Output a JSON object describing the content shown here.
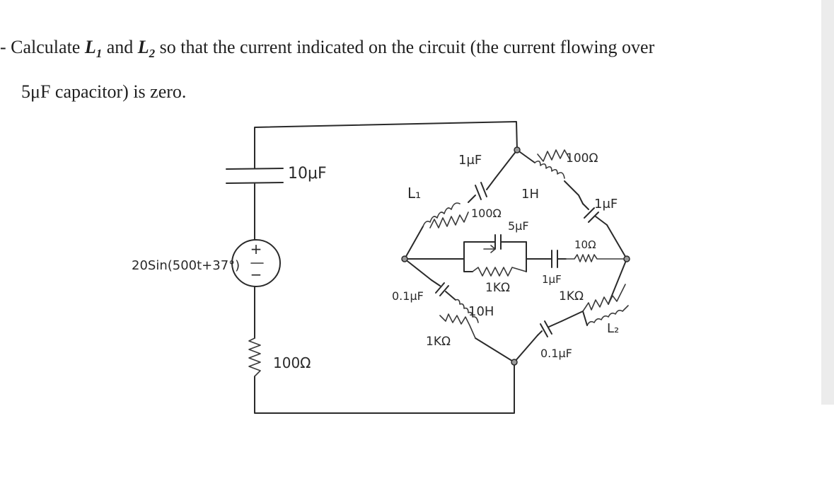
{
  "problem": {
    "prefix": "- Calculate ",
    "l1_letter": "L",
    "l1_sub": "1",
    "and_text": " and ",
    "l2_letter": "L",
    "l2_sub": "2",
    "rest_line1": " so that the current indicated on the circuit (the current flowing over",
    "line2": "5μF capacitor) is zero."
  },
  "circuit": {
    "source_label": "20Sin(500t+37°)",
    "source_plus": "+",
    "source_minus": "−",
    "cap_10uf": "10μF",
    "res_100_bottom": "100Ω",
    "l1_label": "L₁",
    "upper_left_res": "100Ω",
    "upper_left_cap": "1μF",
    "top_inductor": "1H",
    "top_res": "100Ω",
    "upper_right_cap": "1μF",
    "center_cap": "5μF",
    "center_res": "1KΩ",
    "mid_right_cap": "1μF",
    "mid_right_res": "10Ω",
    "lower_left_cap": "0.1μF",
    "lower_left_ind": "10H",
    "lower_left_res": "1KΩ",
    "lower_right_res": "1KΩ",
    "l2_label": "L₂",
    "lower_right_cap": "0.1μF"
  }
}
